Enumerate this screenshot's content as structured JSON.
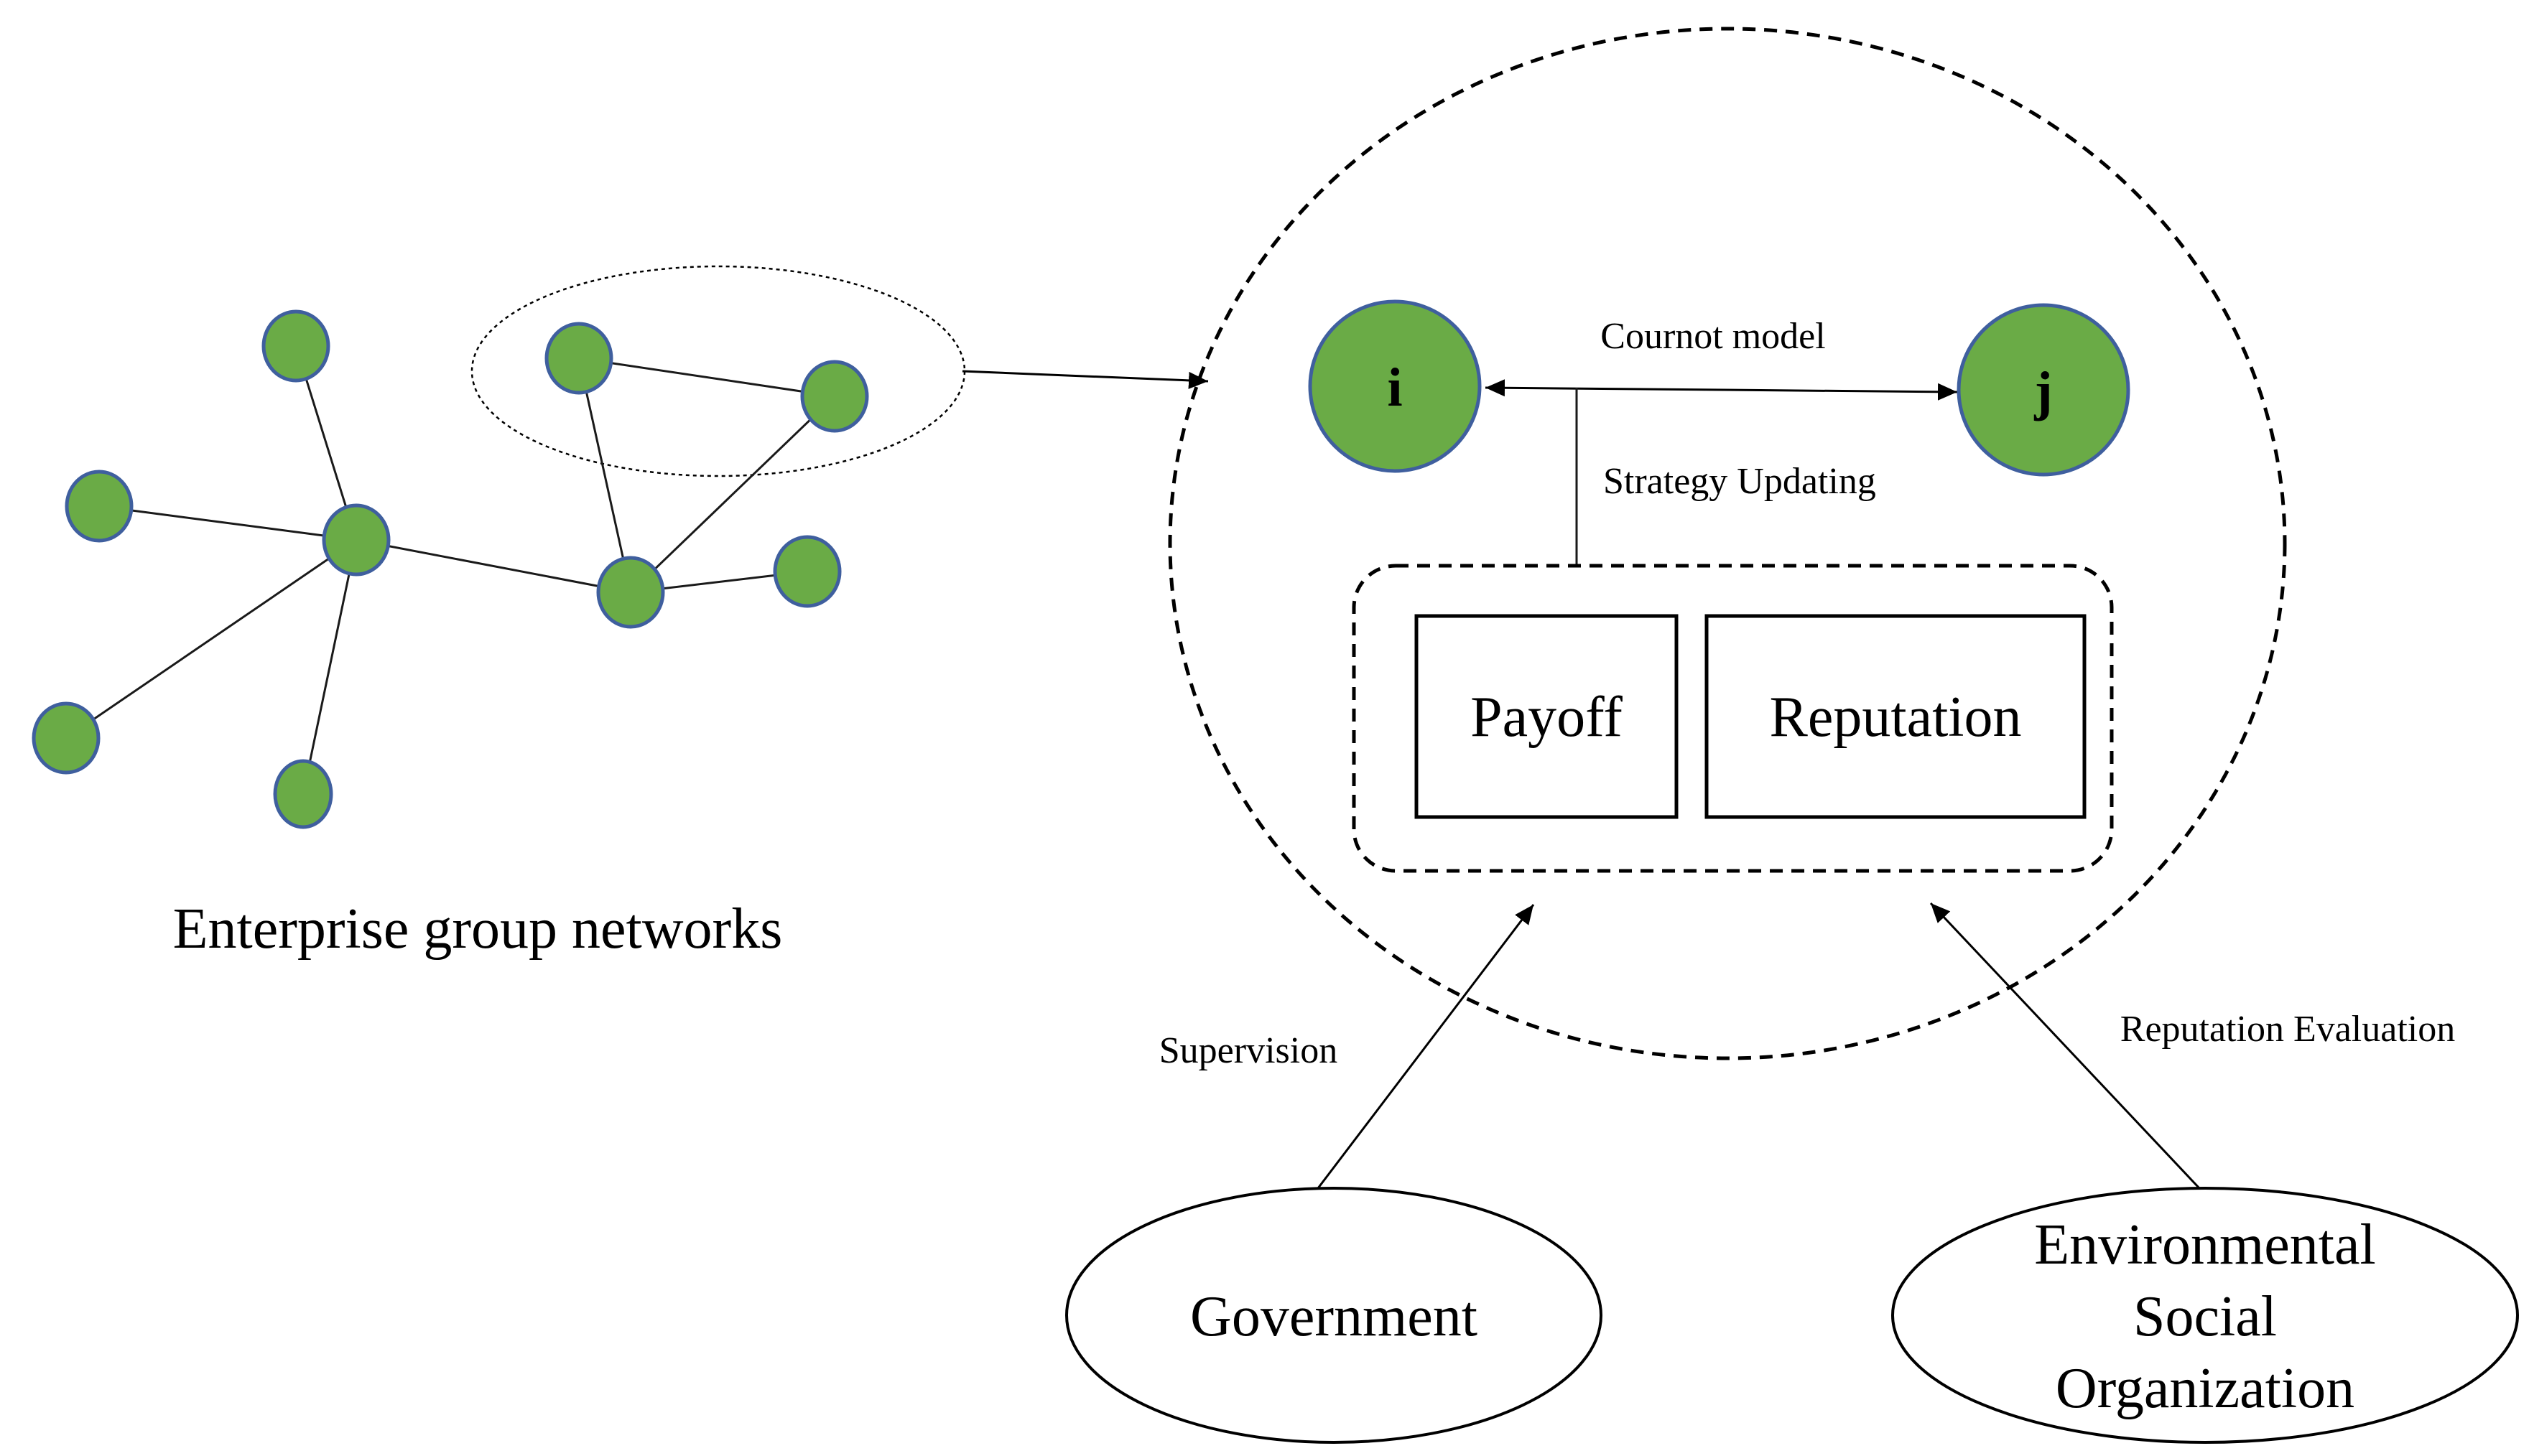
{
  "network": {
    "caption": "Enterprise group networks"
  },
  "game": {
    "player_i": "i",
    "player_j": "j",
    "link_label": "Cournot model",
    "update_label": "Strategy Updating",
    "payoff_label": "Payoff",
    "reputation_label": "Reputation"
  },
  "actors": {
    "government": {
      "label": "Government",
      "edge_label": "Supervision"
    },
    "eso": {
      "label_lines": [
        "Environmental",
        "Social",
        "Organization"
      ],
      "edge_label": "Reputation Evaluation"
    }
  },
  "colors": {
    "node_fill": "#6aab46",
    "node_stroke": "#3f5f9e"
  }
}
